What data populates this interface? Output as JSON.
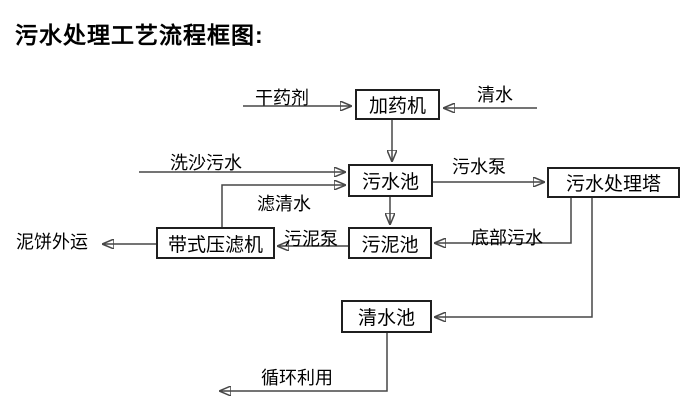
{
  "title": "污水处理工艺流程框图:",
  "colors": {
    "background": "#ffffff",
    "text": "#000000",
    "box_border": "#1f1f1f",
    "arrow_line": "#474747",
    "arrow_head": "#111111"
  },
  "flowchart": {
    "nodes": [
      {
        "id": "dosing-machine",
        "label": "加药机"
      },
      {
        "id": "sewage-pool",
        "label": "污水池"
      },
      {
        "id": "sewage-treatment-tower",
        "label": "污水处理塔"
      },
      {
        "id": "belt-filter-press",
        "label": "带式压滤机"
      },
      {
        "id": "sludge-pool",
        "label": "污泥池"
      },
      {
        "id": "clear-water-pool",
        "label": "清水池"
      }
    ],
    "edge_labels": [
      {
        "id": "dry-chemical",
        "label": "干药剂"
      },
      {
        "id": "clean-water",
        "label": "清水"
      },
      {
        "id": "sand-washing-sewage",
        "label": "洗沙污水"
      },
      {
        "id": "sewage-pump",
        "label": "污水泵"
      },
      {
        "id": "filtered-water",
        "label": "滤清水"
      },
      {
        "id": "sludge-pump",
        "label": "污泥泵"
      },
      {
        "id": "bottom-sewage",
        "label": "底部污水"
      },
      {
        "id": "mud-cake-outbound",
        "label": "泥饼外运"
      },
      {
        "id": "recycling",
        "label": "循环利用"
      }
    ],
    "connections": [
      {
        "from": "干药剂",
        "to": "加药机"
      },
      {
        "from": "清水",
        "to": "加药机"
      },
      {
        "from": "加药机",
        "to": "污水池"
      },
      {
        "from": "洗沙污水",
        "to": "污水池"
      },
      {
        "from": "带式压滤机",
        "to": "污水池",
        "label": "滤清水"
      },
      {
        "from": "污水池",
        "to": "污水处理塔",
        "label": "污水泵"
      },
      {
        "from": "污水池",
        "to": "污泥池"
      },
      {
        "from": "污泥池",
        "to": "带式压滤机",
        "label": "污泥泵"
      },
      {
        "from": "带式压滤机",
        "to": "泥饼外运"
      },
      {
        "from": "污水处理塔",
        "to": "污泥池",
        "label": "底部污水"
      },
      {
        "from": "污水处理塔",
        "to": "清水池"
      },
      {
        "from": "清水池",
        "to": "循环利用"
      }
    ]
  }
}
